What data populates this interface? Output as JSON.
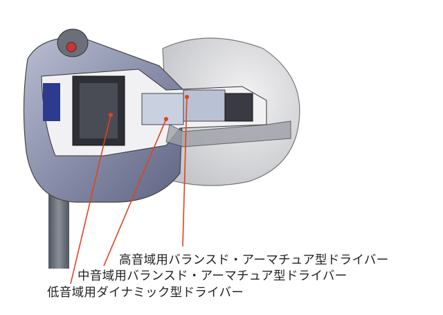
{
  "labels": {
    "high": "高音域用バランスド・アーマチュア型ドライバー",
    "mid": "中音域用バランスド・アーマチュア型ドライバー",
    "low": "低音域用ダイナミック型ドライバー"
  },
  "colors": {
    "leader": "#e0431b",
    "housing": "#8d93ad",
    "nozzle": "#d9dadd"
  }
}
